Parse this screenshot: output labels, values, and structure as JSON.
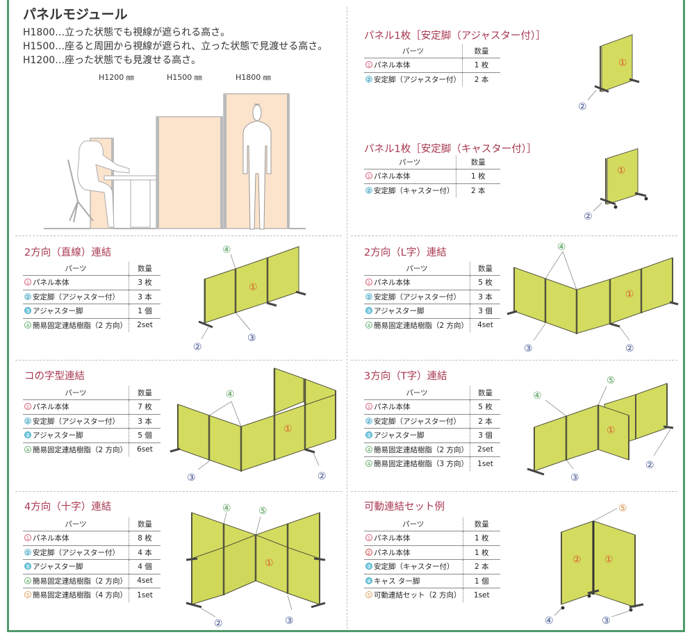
{
  "intro": {
    "title": "パネルモジュール",
    "lines": [
      "H1800…立った状態でも視線が遮られる高さ。",
      "H1500…座ると周囲から視線が遮られ、立った状態で見渡せる高さ。",
      "H1200…座った状態でも見渡せる高さ。"
    ],
    "heights": [
      "H1200 ㎜",
      "H1500 ㎜",
      "H1800 ㎜"
    ]
  },
  "colors": {
    "border": "#4f9a6b",
    "title": "#a8374f",
    "panel": "#d4dc60",
    "panel_frame": "#55553c",
    "module_panel": "#fbe3cc",
    "callout": "#3b4f8f"
  },
  "table_headers": {
    "parts": "パーツ",
    "qty": "数量"
  },
  "sections": [
    {
      "title": "パネル1枚［安定脚（アジャスター付）］",
      "rows": [
        {
          "num": "1",
          "name": "パネル本体",
          "qty": "1 枚"
        },
        {
          "num": "2",
          "name": "安定脚（アジャスター付）",
          "qty": "2 本"
        }
      ],
      "callouts": [
        "①",
        "②"
      ]
    },
    {
      "title": "パネル1枚［安定脚（キャスター付）］",
      "rows": [
        {
          "num": "1",
          "name": "パネル本体",
          "qty": "1 枚"
        },
        {
          "num": "2",
          "name": "安定脚（キャスター付）",
          "qty": "2 本"
        }
      ],
      "callouts": [
        "①",
        "②"
      ]
    },
    {
      "title": "2方向（直線）連結",
      "rows": [
        {
          "num": "1",
          "name": "パネル本体",
          "qty": "3 枚"
        },
        {
          "num": "2",
          "name": "安定脚（アジャスター付）",
          "qty": "3 本"
        },
        {
          "num": "3",
          "name": "アジャスター脚",
          "qty": "1 個"
        },
        {
          "num": "4",
          "name": "簡易固定連結樹脂（2 方向）",
          "qty": "2set"
        }
      ],
      "callouts": [
        "④",
        "①",
        "②",
        "③"
      ]
    },
    {
      "title": "2方向（L字）連結",
      "rows": [
        {
          "num": "1",
          "name": "パネル本体",
          "qty": "5 枚"
        },
        {
          "num": "2",
          "name": "安定脚（アジャスター付）",
          "qty": "3 本"
        },
        {
          "num": "3",
          "name": "アジャスター脚",
          "qty": "3 個"
        },
        {
          "num": "4",
          "name": "簡易固定連結樹脂（2 方向）",
          "qty": "4set"
        }
      ],
      "callouts": [
        "④",
        "①",
        "③",
        "②"
      ]
    },
    {
      "title": "コの字型連結",
      "rows": [
        {
          "num": "1",
          "name": "パネル本体",
          "qty": "7 枚"
        },
        {
          "num": "2",
          "name": "安定脚（アジャスター付）",
          "qty": "3 本"
        },
        {
          "num": "3",
          "name": "アジャスター脚",
          "qty": "5 個"
        },
        {
          "num": "4",
          "name": "簡易固定連結樹脂（2 方向）",
          "qty": "6set"
        }
      ],
      "callouts": [
        "④",
        "①",
        "③",
        "②"
      ]
    },
    {
      "title": "3方向（T字）連結",
      "rows": [
        {
          "num": "1",
          "name": "パネル本体",
          "qty": "5 枚"
        },
        {
          "num": "2",
          "name": "安定脚（アジャスター付）",
          "qty": "2 本"
        },
        {
          "num": "3",
          "name": "アジャスター脚",
          "qty": "3 個"
        },
        {
          "num": "4",
          "name": "簡易固定連結樹脂（2 方向）",
          "qty": "2set"
        },
        {
          "num": "4",
          "name": "簡易固定連結樹脂（3 方向）",
          "qty": "1set"
        }
      ],
      "callouts": [
        "⑤",
        "④",
        "①",
        "③",
        "②"
      ]
    },
    {
      "title": "4方向（十字）連結",
      "rows": [
        {
          "num": "1",
          "name": "パネル本体",
          "qty": "8 枚"
        },
        {
          "num": "2",
          "name": "安定脚（アジャスター付）",
          "qty": "4 本"
        },
        {
          "num": "3",
          "name": "アジャスター脚",
          "qty": "4 個"
        },
        {
          "num": "4",
          "name": "簡易固定連結樹脂（2 方向）",
          "qty": "4set"
        },
        {
          "num": "5",
          "name": "簡易固定連結樹脂（4 方向）",
          "qty": "1set"
        }
      ],
      "callouts": [
        "④",
        "⑤",
        "①",
        "②",
        "③"
      ]
    },
    {
      "title": "可動連結セット例",
      "rows": [
        {
          "num": "1",
          "name": "パネル本体",
          "qty": "1 枚"
        },
        {
          "num": "2",
          "name": "パネル本体",
          "qty": "1 枚"
        },
        {
          "num": "3",
          "name": "安定脚（キャスター付）",
          "qty": "2 本"
        },
        {
          "num": "4",
          "name": "キャス ター脚",
          "qty": "1 個"
        },
        {
          "num": "5",
          "name": "可動連結セット（2 方向）",
          "qty": "1set"
        }
      ],
      "callouts": [
        "⑤",
        "②",
        "①",
        "④",
        "③"
      ]
    }
  ],
  "glyphs": {
    "1": "1",
    "2": "2",
    "3": "3",
    "4": "4",
    "5": "5"
  }
}
